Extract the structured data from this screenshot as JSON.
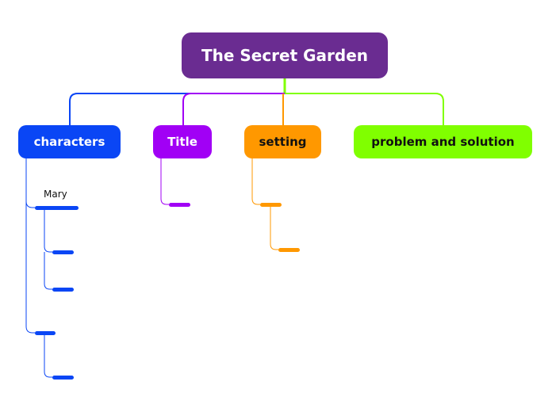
{
  "map": {
    "central_topic": "The Secret Garden",
    "branches": [
      {
        "label": "characters",
        "color": "#0a46f5",
        "subtopics": [
          {
            "label": "Mary",
            "children": [
              "",
              ""
            ]
          },
          {
            "label": "",
            "children": [
              ""
            ]
          }
        ]
      },
      {
        "label": "Title",
        "color": "#a100f5",
        "subtopics": [
          {
            "label": ""
          }
        ]
      },
      {
        "label": "setting",
        "color": "#ff9800",
        "subtopics": [
          {
            "label": "",
            "children": [
              ""
            ]
          }
        ]
      },
      {
        "label": "problem and solution",
        "color": "#80ff00",
        "subtopics": []
      }
    ]
  }
}
